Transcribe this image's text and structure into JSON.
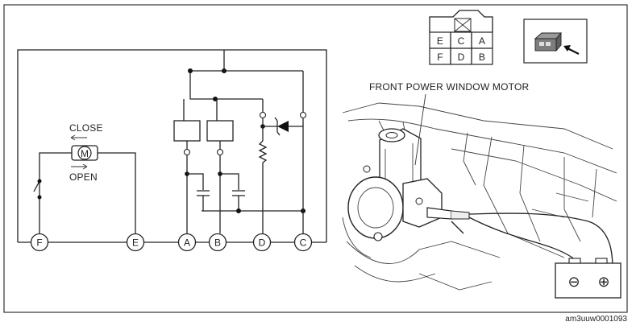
{
  "terminals": [
    "F",
    "E",
    "A",
    "B",
    "D",
    "C"
  ],
  "motor_symbol": "M",
  "close_label": "CLOSE",
  "open_label": "OPEN",
  "connector_top": [
    "E",
    "C",
    "A"
  ],
  "connector_bottom": [
    "F",
    "D",
    "B"
  ],
  "motor_callout": "FRONT POWER WINDOW MOTOR",
  "battery_neg": "⊖",
  "battery_pos": "⊕",
  "ref_code": "am3uuw0001093"
}
